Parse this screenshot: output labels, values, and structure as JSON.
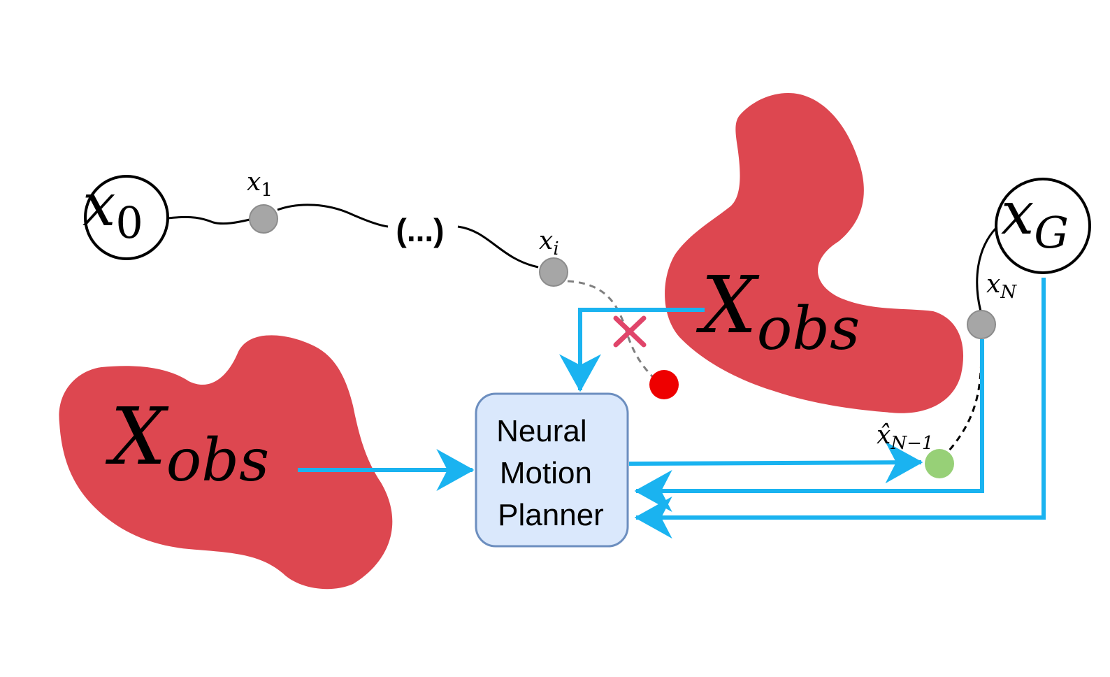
{
  "nodes": {
    "start": {
      "base": "x",
      "sub": "0"
    },
    "goal": {
      "base": "x",
      "sub": "G"
    },
    "x1": {
      "base": "x",
      "sub": "1"
    },
    "xi": {
      "base": "x",
      "sub": "i"
    },
    "xN": {
      "base": "x",
      "sub": "N"
    },
    "xhat": {
      "base": "x̂",
      "sub": "N−1"
    }
  },
  "ellipsis": "(...)",
  "obstacles": [
    {
      "base": "X",
      "sub": "obs"
    },
    {
      "base": "X",
      "sub": "obs"
    }
  ],
  "planner": {
    "lines": [
      "Neural",
      "Motion",
      "Planner"
    ]
  },
  "colors": {
    "obstacle": "#dd4750",
    "arrow": "#1ab3f0",
    "planner_fill": "#dae8fc",
    "planner_stroke": "#6c8ebf",
    "waypoint": "#a6a6a6",
    "collision_point": "#ee0000",
    "collision_mark": "#e0456a",
    "predicted_point": "#97d077"
  }
}
